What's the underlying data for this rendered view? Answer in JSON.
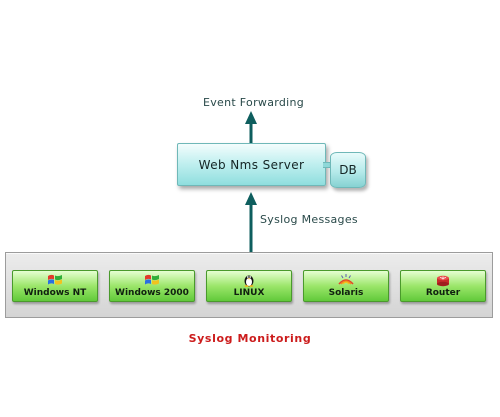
{
  "diagram": {
    "forward_label": "Event Forwarding",
    "messages_label": "Syslog Messages",
    "caption": "Syslog Monitoring",
    "server_label": "Web Nms Server",
    "db_label": "DB",
    "devices": [
      {
        "label": "Windows NT",
        "icon": "windows-flag-icon"
      },
      {
        "label": "Windows 2000",
        "icon": "windows-flag-icon"
      },
      {
        "label": "LINUX",
        "icon": "tux-penguin-icon"
      },
      {
        "label": "Solaris",
        "icon": "solaris-sun-icon"
      },
      {
        "label": "Router",
        "icon": "router-icon"
      }
    ]
  },
  "colors": {
    "arrow": "#0e5e5e",
    "caption": "#cc1c1c",
    "server_fill": "#c3f0f0",
    "device_fill": "#9ce66a"
  }
}
